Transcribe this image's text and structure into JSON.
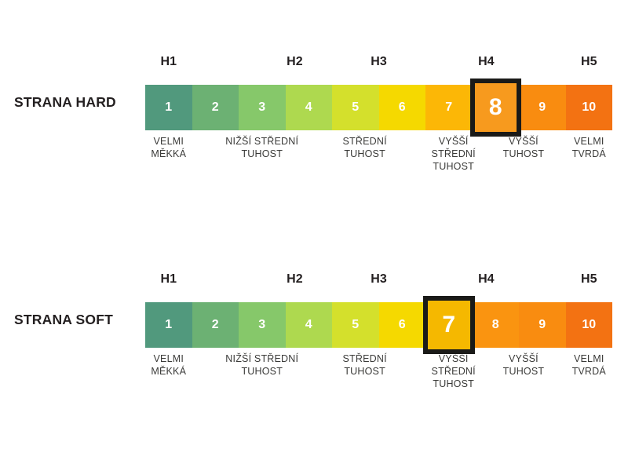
{
  "page": {
    "background": "#ffffff",
    "text_color": "#231f20",
    "highlight_frame_color": "#1a1a18"
  },
  "rows": [
    {
      "id": "hard",
      "title": "STRANA HARD",
      "selected_value": "8",
      "selected_index": 7,
      "cells": [
        {
          "value": "1",
          "color": "#51997d"
        },
        {
          "value": "2",
          "color": "#6cb173"
        },
        {
          "value": "3",
          "color": "#86c86a"
        },
        {
          "value": "4",
          "color": "#aed94f"
        },
        {
          "value": "5",
          "color": "#d4e02c"
        },
        {
          "value": "6",
          "color": "#f5d900"
        },
        {
          "value": "7",
          "color": "#fcb706"
        },
        {
          "value": "8",
          "color": "#f79a1e"
        },
        {
          "value": "9",
          "color": "#f98c10"
        },
        {
          "value": "10",
          "color": "#f37212"
        }
      ],
      "hgroups": [
        {
          "label": "H1",
          "center_pct": 5.0
        },
        {
          "label": "H2",
          "center_pct": 32.0
        },
        {
          "label": "H3",
          "center_pct": 50.0
        },
        {
          "label": "H4",
          "center_pct": 73.0
        },
        {
          "label": "H5",
          "center_pct": 95.0
        }
      ],
      "descriptions": [
        {
          "text": "VELMI\nMĚKKÁ",
          "center_pct": 5.0
        },
        {
          "text": "NIŽŠÍ STŘEDNÍ\nTUHOST",
          "center_pct": 25.0
        },
        {
          "text": "STŘEDNÍ\nTUHOST",
          "center_pct": 47.0
        },
        {
          "text": "VYŠŠÍ\nSTŘEDNÍ\nTUHOST",
          "center_pct": 66.0
        },
        {
          "text": "VYŠŠÍ\nTUHOST",
          "center_pct": 81.0
        },
        {
          "text": "VELMI\nTVRDÁ",
          "center_pct": 95.0
        }
      ]
    },
    {
      "id": "soft",
      "title": "STRANA SOFT",
      "selected_value": "7",
      "selected_index": 6,
      "cells": [
        {
          "value": "1",
          "color": "#51997d"
        },
        {
          "value": "2",
          "color": "#6cb173"
        },
        {
          "value": "3",
          "color": "#86c86a"
        },
        {
          "value": "4",
          "color": "#aed94f"
        },
        {
          "value": "5",
          "color": "#d4e02c"
        },
        {
          "value": "6",
          "color": "#f5d900"
        },
        {
          "value": "7",
          "color": "#f5b800"
        },
        {
          "value": "8",
          "color": "#fa9410"
        },
        {
          "value": "9",
          "color": "#f98c10"
        },
        {
          "value": "10",
          "color": "#f37212"
        }
      ],
      "hgroups": [
        {
          "label": "H1",
          "center_pct": 5.0
        },
        {
          "label": "H2",
          "center_pct": 32.0
        },
        {
          "label": "H3",
          "center_pct": 50.0
        },
        {
          "label": "H4",
          "center_pct": 73.0
        },
        {
          "label": "H5",
          "center_pct": 95.0
        }
      ],
      "descriptions": [
        {
          "text": "VELMI\nMĚKKÁ",
          "center_pct": 5.0
        },
        {
          "text": "NIŽŠÍ STŘEDNÍ\nTUHOST",
          "center_pct": 25.0
        },
        {
          "text": "STŘEDNÍ\nTUHOST",
          "center_pct": 47.0
        },
        {
          "text": "VYŠŠÍ\nSTŘEDNÍ\nTUHOST",
          "center_pct": 66.0
        },
        {
          "text": "VYŠŠÍ\nTUHOST",
          "center_pct": 81.0
        },
        {
          "text": "VELMI\nTVRDÁ",
          "center_pct": 95.0
        }
      ]
    }
  ]
}
